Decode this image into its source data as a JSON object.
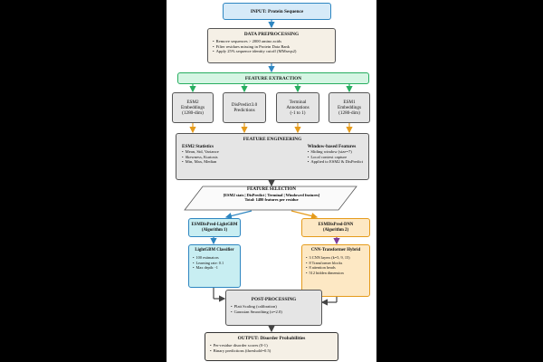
{
  "input": {
    "title": "INPUT: Protein Sequence"
  },
  "preprocessing": {
    "title": "DATA PREPROCESSING",
    "items": [
      "Remove sequences > 2000 amino acids",
      "Filter residues missing in Protein Data Bank",
      "Apply 25% sequence identity cutoff (MMseqs2)"
    ]
  },
  "feature_extraction": {
    "title": "FEATURE EXTRACTION",
    "features": [
      "ESM2\nEmbeddings\n(1280-dim)",
      "DisPredict3.0\nPredictions",
      "Terminal\nAnnotations\n(-1 to 1)",
      "ESM1\nEmbeddings\n(1280-dim)"
    ]
  },
  "feature_engineering": {
    "title": "FEATURE ENGINEERING",
    "left": {
      "title": "ESM2 Statistics",
      "items": [
        "Mean, Std, Variance",
        "Skewness, Kurtosis",
        "Min, Max, Median"
      ]
    },
    "right": {
      "title": "Window-based Features",
      "items": [
        "Sliding window (size=7)",
        "Local context capture",
        "Applied to ESM2 & DisPredict"
      ]
    }
  },
  "feature_selection": {
    "title": "FEATURE SELECTION",
    "line1": "[ESM2 stats | DisPredict | Terminal | Windowed features]",
    "line2": "Total: 1480 features per residue"
  },
  "algorithm1": {
    "title": "ESMDisPred-LightGBM\n(Algorithm 1)",
    "classifier_title": "LightGBM Classifier",
    "items": [
      "100 estimators",
      "Learning rate: 0.1",
      "Max depth: -1"
    ]
  },
  "algorithm2": {
    "title": "ESMDisPred-DNN\n(Algorithm 2)",
    "classifier_title": "CNN-Transformer Hybrid",
    "items": [
      "3 CNN layers (k=5, 9, 15)",
      "8 Transformer blocks",
      "8 attention heads",
      "512 hidden dimension"
    ]
  },
  "postprocessing": {
    "title": "POST-PROCESSING",
    "items": [
      "Platt Scaling (calibration)",
      "Gaussian Smoothing (σ=2.0)"
    ]
  },
  "output": {
    "title": "OUTPUT: Disorder Probabilities",
    "items": [
      "Per-residue disorder scores (0-1)",
      "Binary predictions (threshold=0.5)"
    ]
  },
  "colors": {
    "input_bg": "#d6eaf8",
    "input_border": "#2e86c1",
    "feature_bg": "#d5f5e3",
    "feature_border": "#27ae60",
    "beige": "#f5f0e6",
    "grey": "#e5e5e5",
    "cyan": "#c8eef2",
    "orange": "#fde8c4",
    "arrow_blue": "#2e86c1",
    "arrow_green": "#27ae60",
    "arrow_orange": "#e59b1b",
    "arrow_purple": "#7d3c98",
    "arrow_grey": "#444444"
  }
}
